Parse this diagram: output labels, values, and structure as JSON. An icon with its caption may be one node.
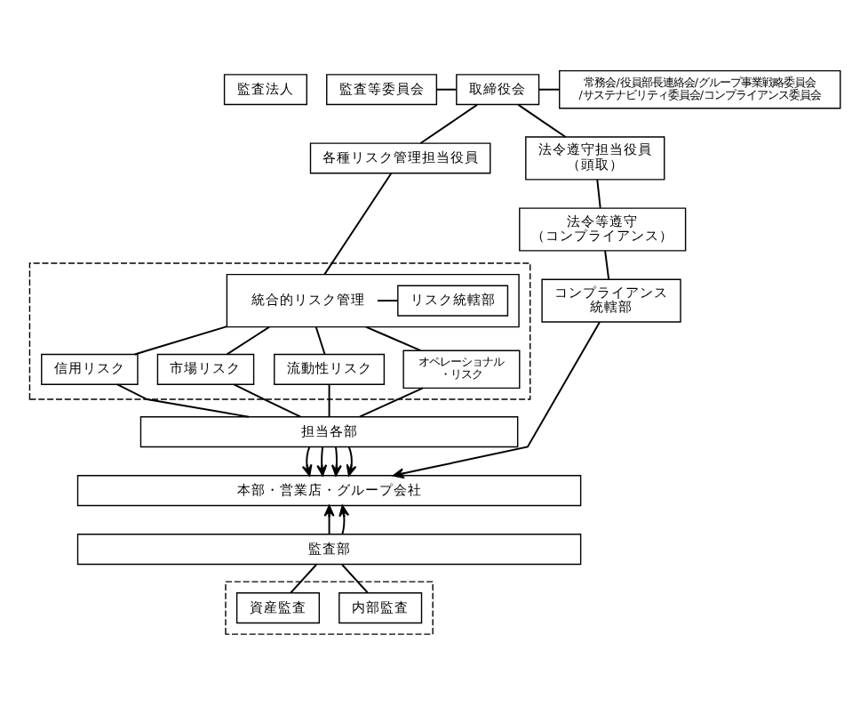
{
  "diagram": {
    "nodes": [
      {
        "text": [
          "監査法人"
        ]
      },
      {
        "text": [
          "監査等委員会"
        ]
      },
      {
        "text": [
          "取締役会"
        ]
      },
      {
        "text": [
          "常務会/役員部長連絡会/グループ事業戦略委員会/サステナビリティ委員会/コンプライアンス委員会"
        ]
      },
      {
        "text": [
          "各種リスク管理担当役員"
        ]
      },
      {
        "text": [
          "法令遵守担当役員（頭取）"
        ]
      },
      {
        "text": [
          "法令等遵守（コンプライアンス）"
        ]
      },
      {
        "text": [],
        "shape": "box"
      },
      {
        "text": [],
        "shape": "box",
        "in": 7
      },
      {
        "text": [
          "統合的リスク管理"
        ],
        "in": 8
      },
      {
        "text": [
          "リスク統轄部"
        ],
        "in": 8
      },
      {
        "text": [
          "コンプライアンス統轄部"
        ]
      },
      {
        "text": [
          "信用リスク"
        ],
        "in": 7
      },
      {
        "text": [
          "市場リスク"
        ],
        "in": 7
      },
      {
        "text": [
          "流動性リスク"
        ],
        "in": 7
      },
      {
        "text": [
          "オペレーショナル・リスク"
        ],
        "in": 7
      },
      {
        "text": [
          "担当各部"
        ]
      },
      {
        "text": [
          "本部・営業店・グループ会社"
        ]
      },
      {
        "text": [
          "監査部"
        ]
      },
      {
        "text": [],
        "shape": "box"
      },
      {
        "text": [
          "資産監査"
        ],
        "in": 19
      },
      {
        "text": [
          "内部監査"
        ],
        "in": 19
      }
    ],
    "edges": [
      {
        "from": 1,
        "to": 2,
        "arrow": "none"
      },
      {
        "from": 2,
        "to": 3,
        "arrow": "none"
      },
      {
        "from": 2,
        "to": 4,
        "arrow": "none"
      },
      {
        "from": 2,
        "to": 5,
        "arrow": "none"
      },
      {
        "from": 5,
        "to": 6,
        "arrow": "none"
      },
      {
        "from": 6,
        "to": 11,
        "arrow": "none"
      },
      {
        "from": 4,
        "to": 8,
        "arrow": "none"
      },
      {
        "from": 9,
        "to": 10,
        "arrow": "none"
      },
      {
        "from": 8,
        "to": 12,
        "arrow": "none"
      },
      {
        "from": 8,
        "to": 13,
        "arrow": "none"
      },
      {
        "from": 8,
        "to": 14,
        "arrow": "none"
      },
      {
        "from": 8,
        "to": 15,
        "arrow": "none"
      },
      {
        "from": 12,
        "to": 16,
        "arrow": "none"
      },
      {
        "from": 13,
        "to": 16,
        "arrow": "none"
      },
      {
        "from": 14,
        "to": 16,
        "arrow": "none"
      },
      {
        "from": 15,
        "to": 16,
        "arrow": "none"
      },
      {
        "from": 16,
        "to": 17,
        "arrow": "to"
      },
      {
        "from": 16,
        "to": 17,
        "arrow": "to"
      },
      {
        "from": 16,
        "to": 17,
        "arrow": "to"
      },
      {
        "from": 16,
        "to": 17,
        "arrow": "to"
      },
      {
        "from": 11,
        "to": 17,
        "arrow": "to"
      },
      {
        "from": 18,
        "to": 17,
        "arrow": "to"
      },
      {
        "from": 18,
        "to": 17,
        "arrow": "to"
      },
      {
        "from": 18,
        "to": 20,
        "arrow": "none"
      },
      {
        "from": 18,
        "to": 21,
        "arrow": "none"
      }
    ]
  }
}
